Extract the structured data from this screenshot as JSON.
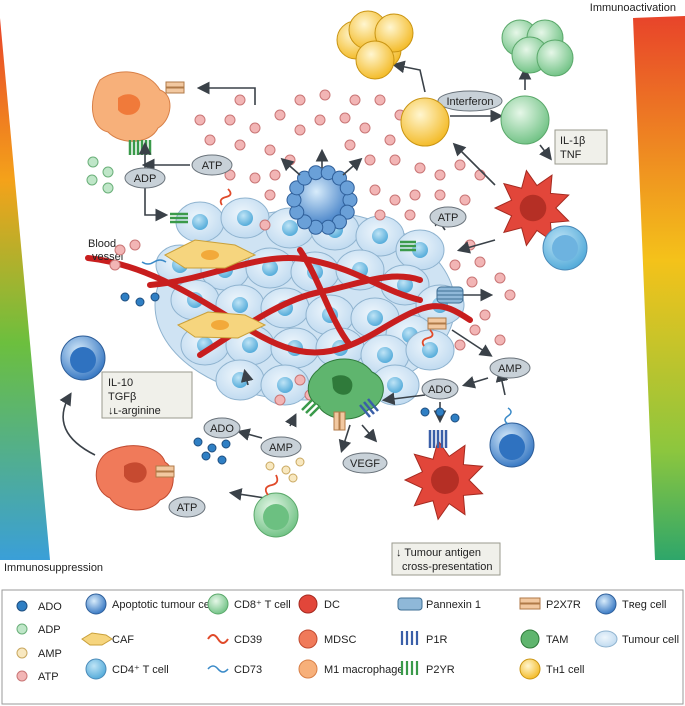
{
  "corners": {
    "immunoactivation": "Immunoactivation",
    "immunosuppression": "Immunosuppression"
  },
  "colors": {
    "atp": "#f2b5b5",
    "adp": "#bfe6c8",
    "amp": "#f8e8c0",
    "ado": "#2f7fc4",
    "tumour": "#cfe3f3",
    "vessel": "#c81e1e",
    "pill": "#c8d1d8",
    "box": "#f0f0ea",
    "cd8": "#8fd19e",
    "treg": "#5b8fd6",
    "th1": "#f6c230",
    "dc": "#e2463a",
    "mdsc": "#f07a5a",
    "tam": "#5fb56e",
    "m1": "#f5a86a"
  },
  "labels": {
    "blood_vessel_1": "Blood",
    "blood_vessel_2": "vessel",
    "interferon": "Interferon",
    "atp_top": "ATP",
    "adp_left": "ADP",
    "atp_mid": "ATP",
    "amp_right": "AMP",
    "ado_right": "ADO",
    "vegf": "VEGF",
    "ado_left": "ADO",
    "amp_left": "AMP",
    "atp_bottom": "ATP",
    "th1_cytokines": [
      "IL-1β",
      "TNF"
    ],
    "supp_factors": [
      "IL-10",
      "TGFβ",
      "↓ʟ-arginine"
    ],
    "antigen_1": "↓ Tumour antigen",
    "antigen_2": "cross-presentation"
  },
  "legend": [
    {
      "icon": "ado-icon",
      "text": "ADO"
    },
    {
      "icon": "adp-icon",
      "text": "ADP"
    },
    {
      "icon": "amp-icon",
      "text": "AMP"
    },
    {
      "icon": "atp-icon",
      "text": "ATP"
    },
    {
      "icon": "apoptotic-tumour-cell-icon",
      "text": "Apoptotic tumour cell"
    },
    {
      "icon": "caf-icon",
      "text": "CAF"
    },
    {
      "icon": "cd4-t-cell-icon",
      "text": "CD4⁺ T cell"
    },
    {
      "icon": "cd8-t-cell-icon",
      "text": "CD8⁺ T cell"
    },
    {
      "icon": "cd39-icon",
      "text": "CD39"
    },
    {
      "icon": "cd73-icon",
      "text": "CD73"
    },
    {
      "icon": "dc-icon",
      "text": "DC"
    },
    {
      "icon": "mdsc-icon",
      "text": "MDSC"
    },
    {
      "icon": "m1-macrophage-icon",
      "text": "M1 macrophage"
    },
    {
      "icon": "pannexin-1-icon",
      "text": "Pannexin 1"
    },
    {
      "icon": "p1r-icon",
      "text": "P1R"
    },
    {
      "icon": "p2yr-icon",
      "text": "P2YR"
    },
    {
      "icon": "p2x7r-icon",
      "text": "P2X7R"
    },
    {
      "icon": "tam-icon",
      "text": "TAM"
    },
    {
      "icon": "th1-cell-icon",
      "text": "Tʜ1 cell"
    },
    {
      "icon": "treg-cell-icon",
      "text": "Tʀeg cell"
    },
    {
      "icon": "tumour-cell-icon",
      "text": "Tumour cell"
    }
  ]
}
